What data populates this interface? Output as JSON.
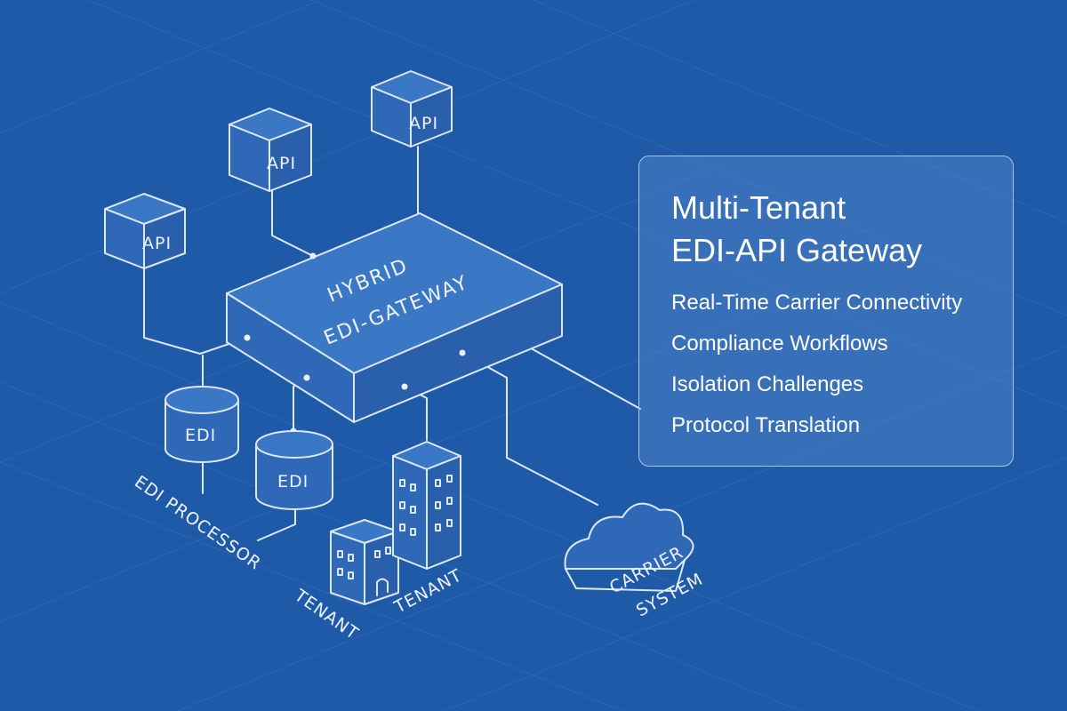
{
  "diagram": {
    "gateway_label_line1": "HYBRID",
    "gateway_label_line2": "EDI-GATEWAY",
    "api_nodes": [
      "API",
      "API",
      "API"
    ],
    "edi_nodes": [
      "EDI",
      "EDI"
    ],
    "edi_processor_label": "EDI PROCESSOR",
    "tenant_labels": [
      "TENANT",
      "TENANT"
    ],
    "carrier_label_line1": "CARRIER",
    "carrier_label_line2": "SYSTEM"
  },
  "panel": {
    "title_line1": "Multi-Tenant",
    "title_line2": "EDI-API Gateway",
    "items": [
      "Real-Time Carrier Connectivity",
      "Compliance Workflows",
      "Isolation Challenges",
      "Protocol Translation"
    ]
  },
  "colors": {
    "background": "#1f5aa8",
    "line": "#dce8fb",
    "panel_border": "#a9c6ee"
  }
}
